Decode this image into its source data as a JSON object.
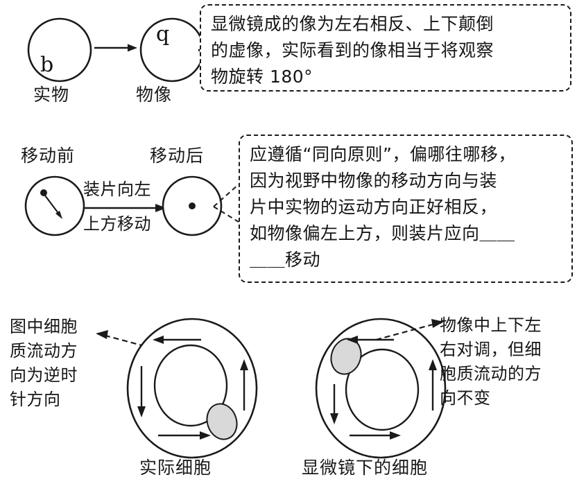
{
  "figure": {
    "title_implicit": "显微镜成像与装片移动规律图解",
    "rows": [
      {
        "id": "row-image-inversion",
        "object_circle_letter": "b",
        "image_circle_letter": "q",
        "object_label": "实物",
        "image_label": "物像",
        "callout": {
          "lines": [
            "显微镜成的像为左右相反、上下颠倒",
            "的虚像，实际看到的像相当于将观察",
            "物旋转 180°"
          ]
        }
      },
      {
        "id": "row-slide-movement",
        "before_label": "移动前",
        "after_label": "移动后",
        "arrow_caption_line1": "装片向左",
        "arrow_caption_line2": "上方移动",
        "callout": {
          "lines": [
            "应遵循“同向原则”，偏哪往哪移，",
            "因为视野中物像的移动方向与装",
            "片中实物的运动方向正好相反，",
            "如物像偏左上方，则装片应向＿＿",
            "＿＿移动"
          ]
        }
      },
      {
        "id": "row-cytoplasmic-streaming",
        "left_annotation": {
          "lines": [
            "图中细胞",
            "质流动方",
            "向为逆时",
            "针方向"
          ]
        },
        "right_annotation": {
          "lines": [
            "物像中上下左",
            "右对调，但细",
            "胞质流动的方",
            "向不变"
          ]
        },
        "left_cell_label": "实际细胞",
        "right_cell_label": "显微镜下的细胞",
        "left_cell": {
          "chloroplast_position": "lower-right",
          "flow_direction": "counterclockwise",
          "arrows": [
            "top-left",
            "left-down",
            "right-up",
            "bottom-right"
          ]
        },
        "right_cell": {
          "chloroplast_position": "upper-left",
          "flow_direction": "counterclockwise",
          "arrows": [
            "top-left",
            "left-down",
            "right-up",
            "bottom-right"
          ]
        }
      }
    ]
  },
  "colors": {
    "ink": "#1a1a1a",
    "paper": "#ffffff",
    "chloroplast_fill": "#d9d9d9",
    "chloroplast_stroke": "#1a1a1a"
  }
}
